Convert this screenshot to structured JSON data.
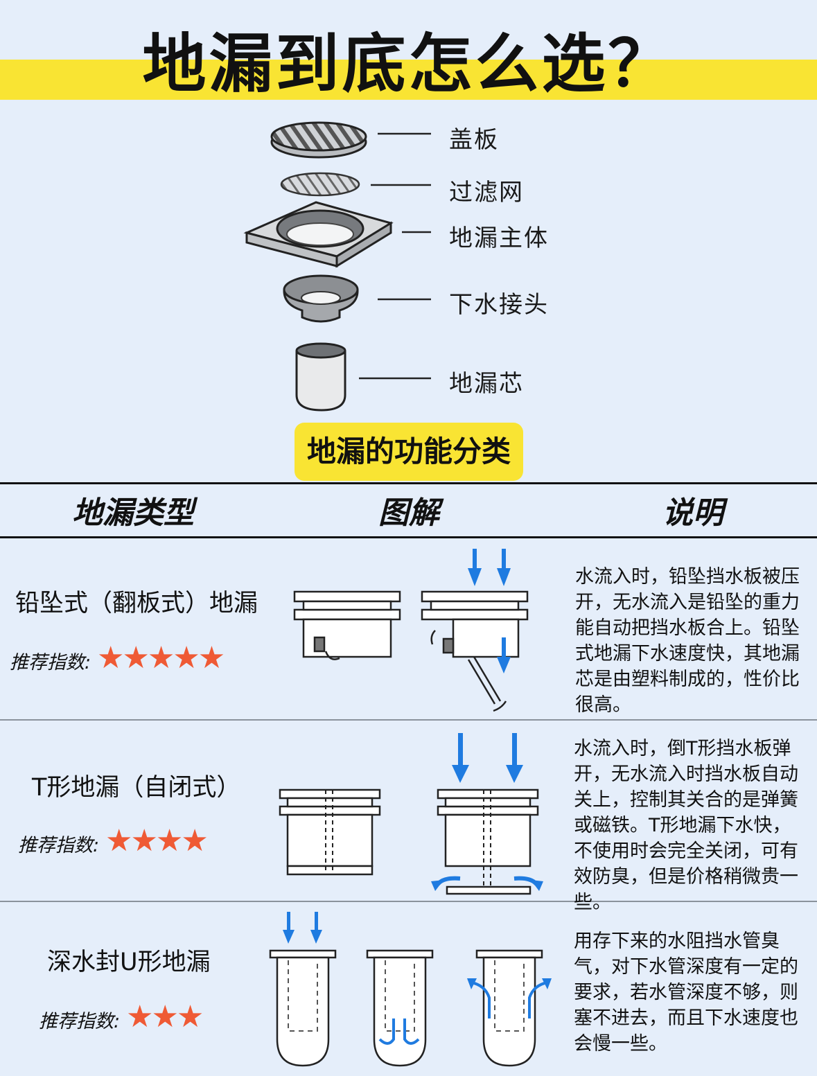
{
  "title": "地漏到底怎么选？",
  "parts": [
    {
      "label": "盖板",
      "icon": "cover-plate-icon"
    },
    {
      "label": "过滤网",
      "icon": "filter-mesh-icon"
    },
    {
      "label": "地漏主体",
      "icon": "drain-body-icon"
    },
    {
      "label": "下水接头",
      "icon": "drain-connector-icon"
    },
    {
      "label": "地漏芯",
      "icon": "drain-core-icon"
    }
  ],
  "section_badge": "地漏的功能分类",
  "table": {
    "headers": [
      "地漏类型",
      "图解",
      "说明"
    ],
    "rec_label": "推荐指数:",
    "rows": [
      {
        "name": "铅坠式（翻板式）地漏",
        "stars": "★★★★★",
        "rating": 5,
        "desc": "水流入时，铅坠挡水板被压开，无水流入是铅坠的重力能自动把挡水板合上。铅坠式地漏下水速度快，其地漏芯是由塑料制成的，性价比很高。"
      },
      {
        "name": "T形地漏（自闭式）",
        "stars": "★★★★",
        "rating": 4,
        "desc": "水流入时，倒T形挡水板弹开，无水流入时挡水板自动关上，控制其关合的是弹簧或磁铁。T形地漏下水快，不使用时会完全关闭，可有效防臭，但是价格稍微贵一些。"
      },
      {
        "name": "深水封U形地漏",
        "stars": "★★★",
        "rating": 3,
        "desc": "用存下来的水阻挡水管臭气，对下水管深度有一定的要求，若水管深度不够，则塞不进去，而且下水速度也会慢一些。"
      }
    ]
  },
  "colors": {
    "background": "#e5eefa",
    "accent_yellow": "#f9e433",
    "star": "#ef5a35",
    "arrow_blue": "#1f7be0"
  }
}
